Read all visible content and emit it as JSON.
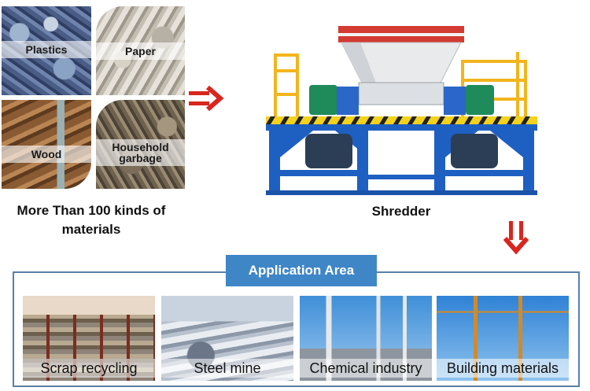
{
  "materials": {
    "plastics": "Plastics",
    "paper": "Paper",
    "wood": "Wood",
    "household_garbage": "Household garbage"
  },
  "materials_caption": "More Than 100 kinds of materials",
  "shredder_label": "Shredder",
  "application": {
    "title": "Application Area",
    "items": [
      {
        "label": "Scrap recycling"
      },
      {
        "label": "Steel mine"
      },
      {
        "label": "Chemical industry"
      },
      {
        "label": "Building materials"
      }
    ]
  },
  "colors": {
    "accent_blue": "#3f86c7",
    "arrow_red": "#d8261f",
    "machine_blue": "#1e5fc2",
    "rail_yellow": "#f2b51c"
  }
}
